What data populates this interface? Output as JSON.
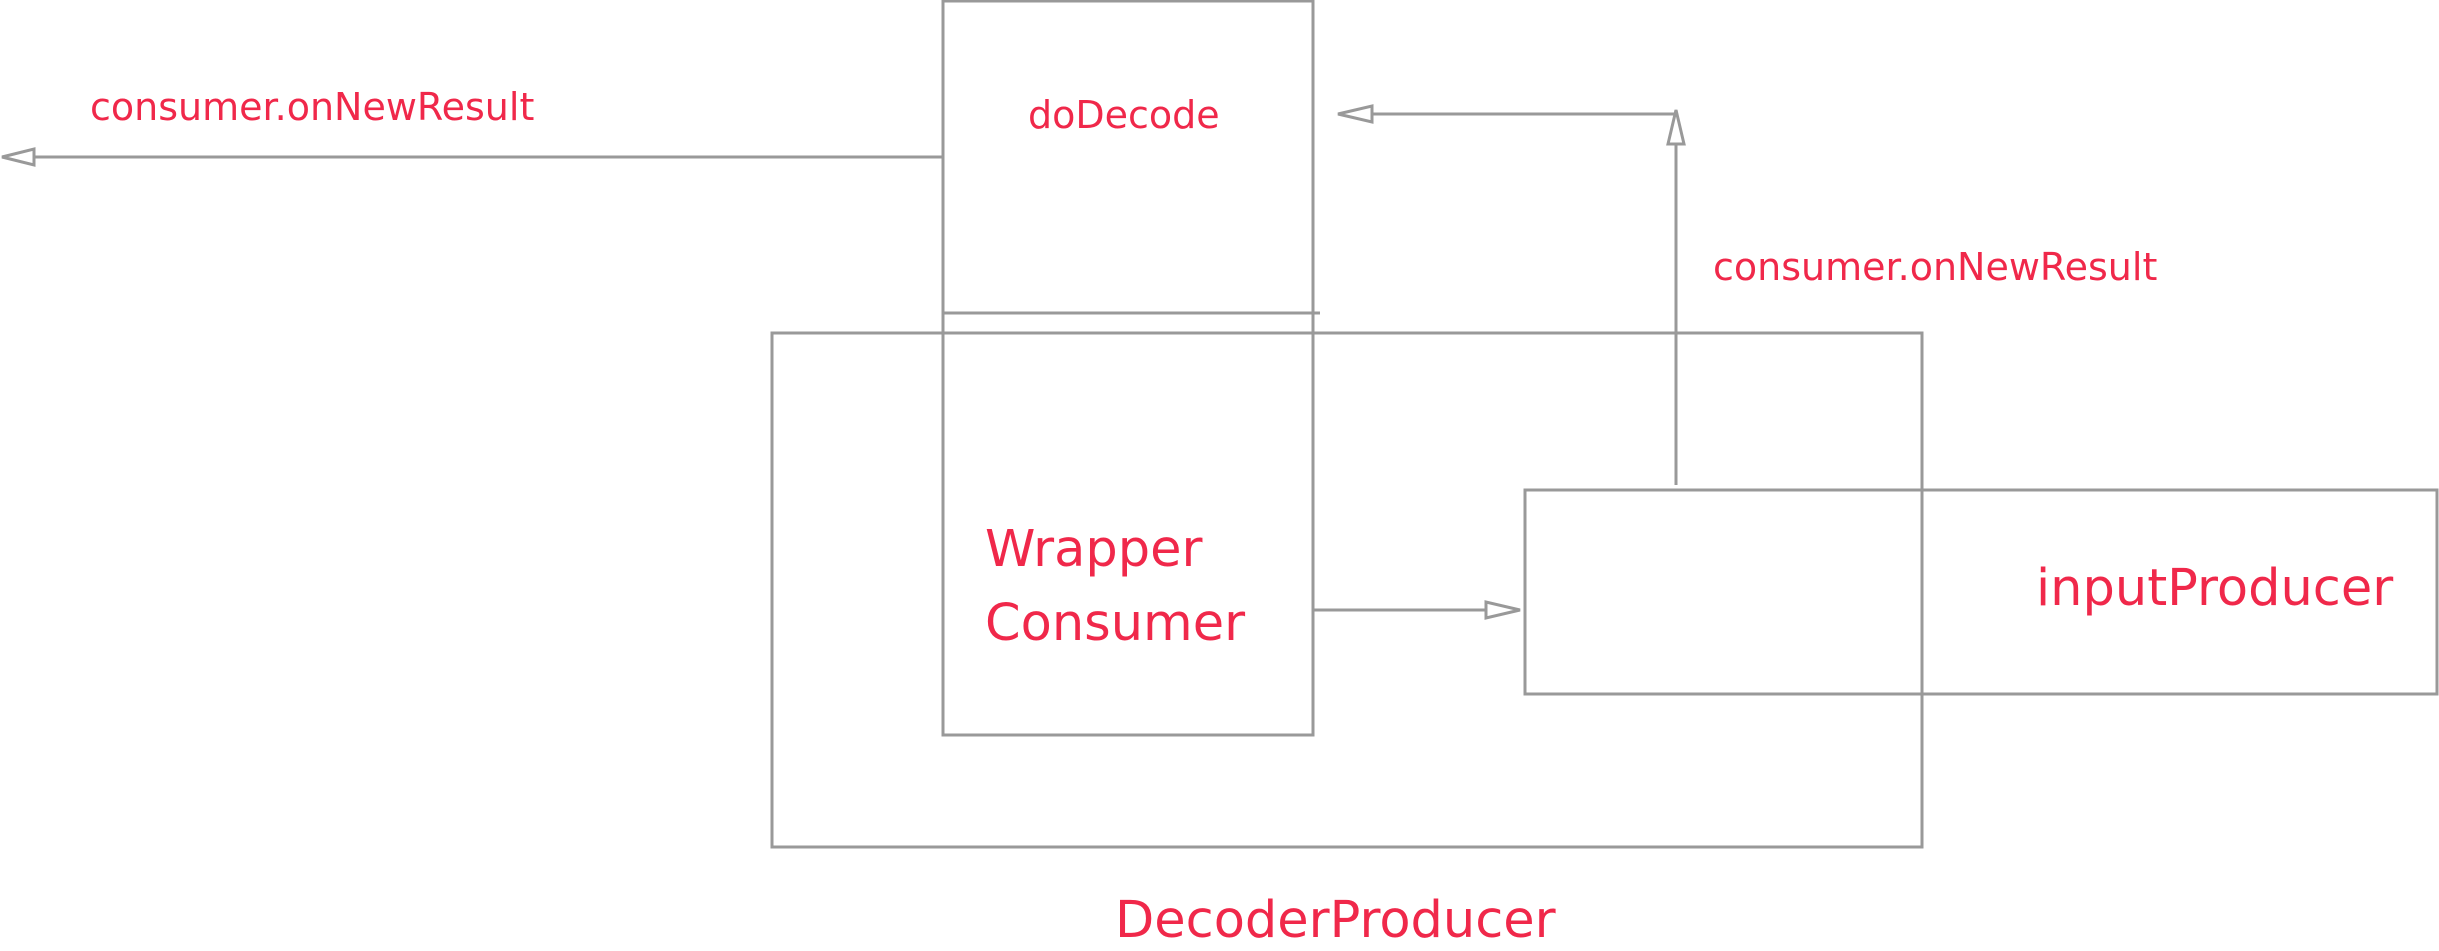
{
  "colors": {
    "line": "#999999",
    "text": "#f0284a",
    "background": "#ffffff"
  },
  "labels": {
    "left_result": "consumer.onNewResult",
    "do_decode": "doDecode",
    "right_result": "consumer.onNewResult",
    "wrapper_consumer_line1": "Wrapper",
    "wrapper_consumer_line2": "Consumer",
    "input_producer": "inputProducer",
    "decoder_producer": "DecoderProducer"
  }
}
